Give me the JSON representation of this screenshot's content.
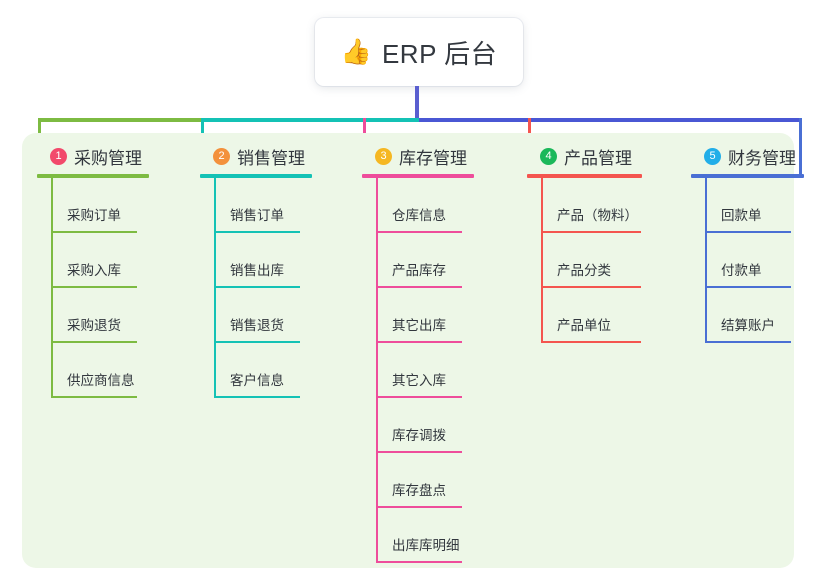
{
  "root": {
    "icon": "thumbs-up-icon",
    "icon_glyph": "👍",
    "label": "ERP 后台"
  },
  "panel": {
    "background_color": "#edf7e7"
  },
  "connectors": {
    "stem_color": "#5a5fd0",
    "bus_segments": [
      {
        "color": "#7dbb42"
      },
      {
        "color": "#14c2b5"
      },
      {
        "color": "#4a57d4"
      }
    ]
  },
  "columns": [
    {
      "number": "1",
      "badge_color": "#f2496b",
      "line_color": "#7dbb42",
      "title": "采购管理",
      "items": [
        {
          "label": "采购订单"
        },
        {
          "label": "采购入库"
        },
        {
          "label": "采购退货"
        },
        {
          "label": "供应商信息"
        }
      ]
    },
    {
      "number": "2",
      "badge_color": "#f3913c",
      "line_color": "#14c2b5",
      "title": "销售管理",
      "items": [
        {
          "label": "销售订单"
        },
        {
          "label": "销售出库"
        },
        {
          "label": "销售退货"
        },
        {
          "label": "客户信息"
        }
      ]
    },
    {
      "number": "3",
      "badge_color": "#f5b722",
      "line_color": "#ee4d9b",
      "title": "库存管理",
      "items": [
        {
          "label": "仓库信息"
        },
        {
          "label": "产品库存"
        },
        {
          "label": "其它出库"
        },
        {
          "label": "其它入库"
        },
        {
          "label": "库存调拨"
        },
        {
          "label": "库存盘点"
        },
        {
          "label": "出库库明细"
        }
      ]
    },
    {
      "number": "4",
      "badge_color": "#1bb85a",
      "line_color": "#f4554f",
      "title": "产品管理",
      "items": [
        {
          "label": "产品（物料）"
        },
        {
          "label": "产品分类"
        },
        {
          "label": "产品单位"
        }
      ]
    },
    {
      "number": "5",
      "badge_color": "#22aee8",
      "line_color": "#4a6fd4",
      "title": "财务管理",
      "items": [
        {
          "label": "回款单"
        },
        {
          "label": "付款单"
        },
        {
          "label": "结算账户"
        }
      ]
    }
  ]
}
